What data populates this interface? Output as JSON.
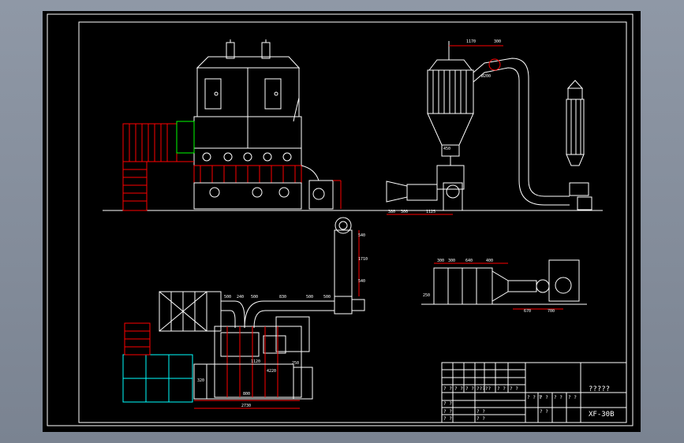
{
  "drawing": {
    "title_block": {
      "drawing_title": "?????",
      "drawing_number": "XF-30B",
      "cells_row1": [
        "? ?",
        "? ?",
        "? ?",
        "?????",
        "? ?",
        "? ?"
      ],
      "cells_row2": [
        "? ? ?",
        "? ?",
        "? ?",
        "? ?"
      ],
      "cells_row3": [
        "? ?"
      ],
      "cells_row4": [
        "? ?",
        "? ?",
        "? ?"
      ],
      "cells_row5": [
        "? ?",
        "? ?"
      ]
    },
    "dimensions": {
      "cyclone_top_a": "1170",
      "cyclone_top_b": "300",
      "cyclone_pipe": "Ø200",
      "cyclone_outlet": "450",
      "base_a": "380",
      "base_b": "300",
      "base_c": "1125",
      "duct_a": "540",
      "duct_b": "1710",
      "duct_c": "540",
      "run_a": "500",
      "run_b": "240",
      "run_c": "500",
      "run_d": "830",
      "run_e": "500",
      "run_f": "500",
      "plan_width": "800",
      "plan_total": "2730",
      "plan_h1": "1120",
      "plan_h2": "4220",
      "plan_h3": "250",
      "plan_h4": "320",
      "right_a": "300",
      "right_b": "300",
      "right_c": "640",
      "right_d": "400",
      "right_e": "670",
      "right_f": "700",
      "right_left": "250"
    }
  }
}
